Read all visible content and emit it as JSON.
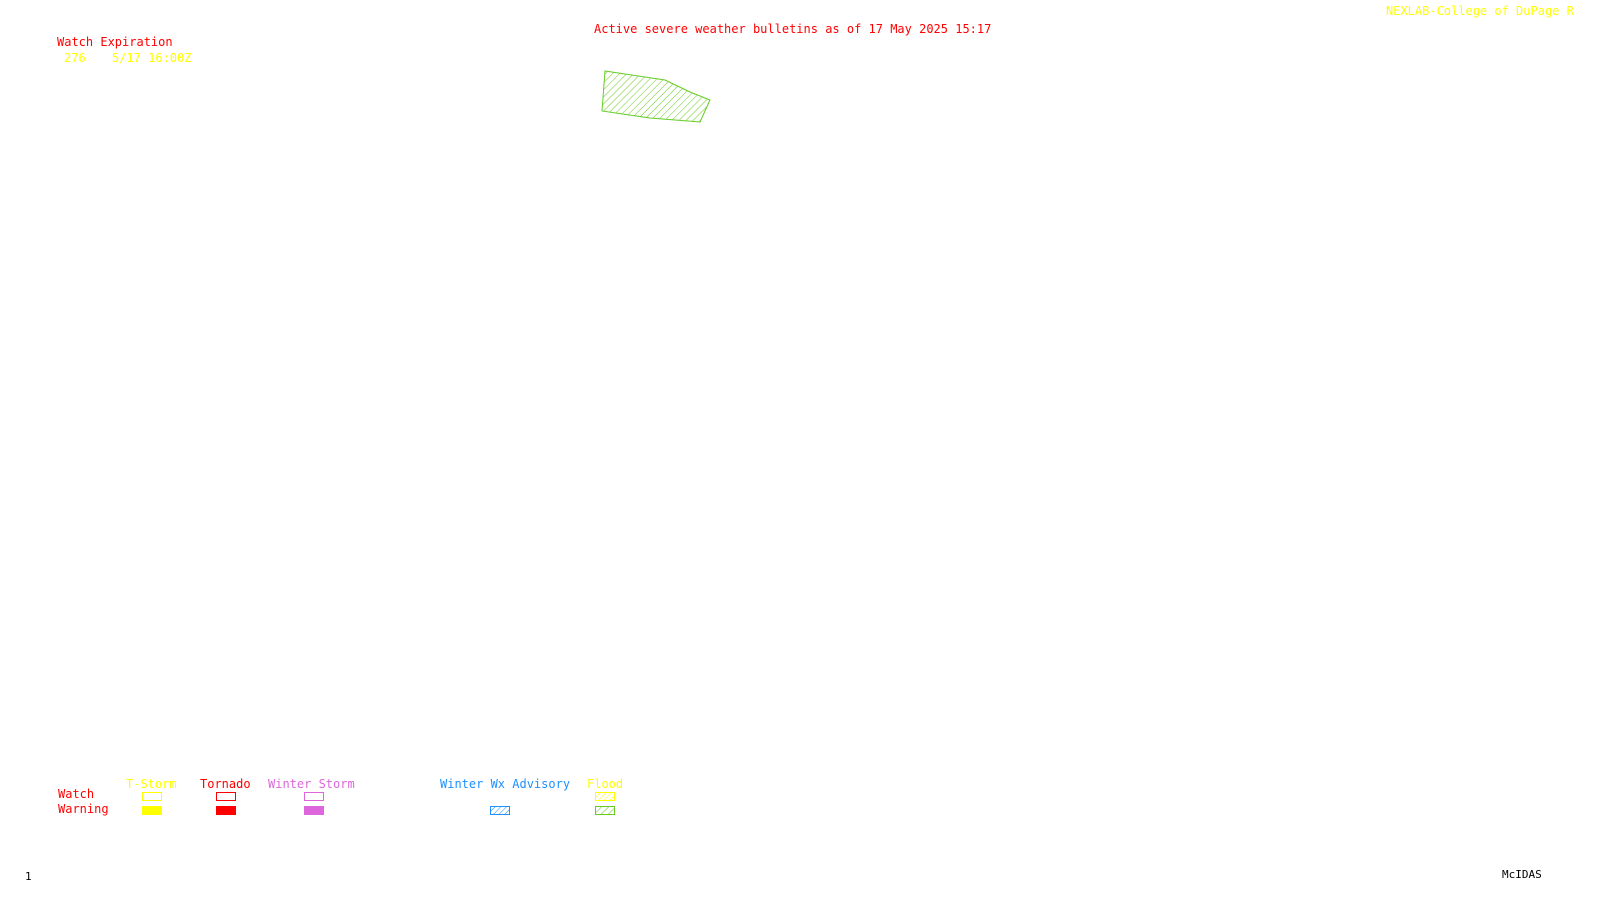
{
  "header": {
    "credit": "NEXLAB-College of DuPage R",
    "title": "Active severe weather bulletins as of 17 May 2025 15:17"
  },
  "watch_table": {
    "heading": "Watch Expiration",
    "rows": [
      {
        "watch": "276",
        "expiration": "5/17 16:00Z"
      }
    ]
  },
  "legend": {
    "row_watch": "Watch",
    "row_warning": "Warning",
    "categories": [
      {
        "label": "T-Storm",
        "color": "#ffff00"
      },
      {
        "label": "Tornado",
        "color": "#ff0000"
      },
      {
        "label": "Winter Storm",
        "color": "#dd66dd"
      },
      {
        "label": "Winter Wx Advisory",
        "color": "#1e90ff"
      },
      {
        "label": "Flood",
        "color": "#66cc22"
      }
    ]
  },
  "footer": {
    "frame": "1",
    "software": "McIDAS"
  },
  "colors": {
    "title_red": "#ff0000",
    "credit_yellow": "#ffff00",
    "flood_polygon": "#66cc22"
  }
}
